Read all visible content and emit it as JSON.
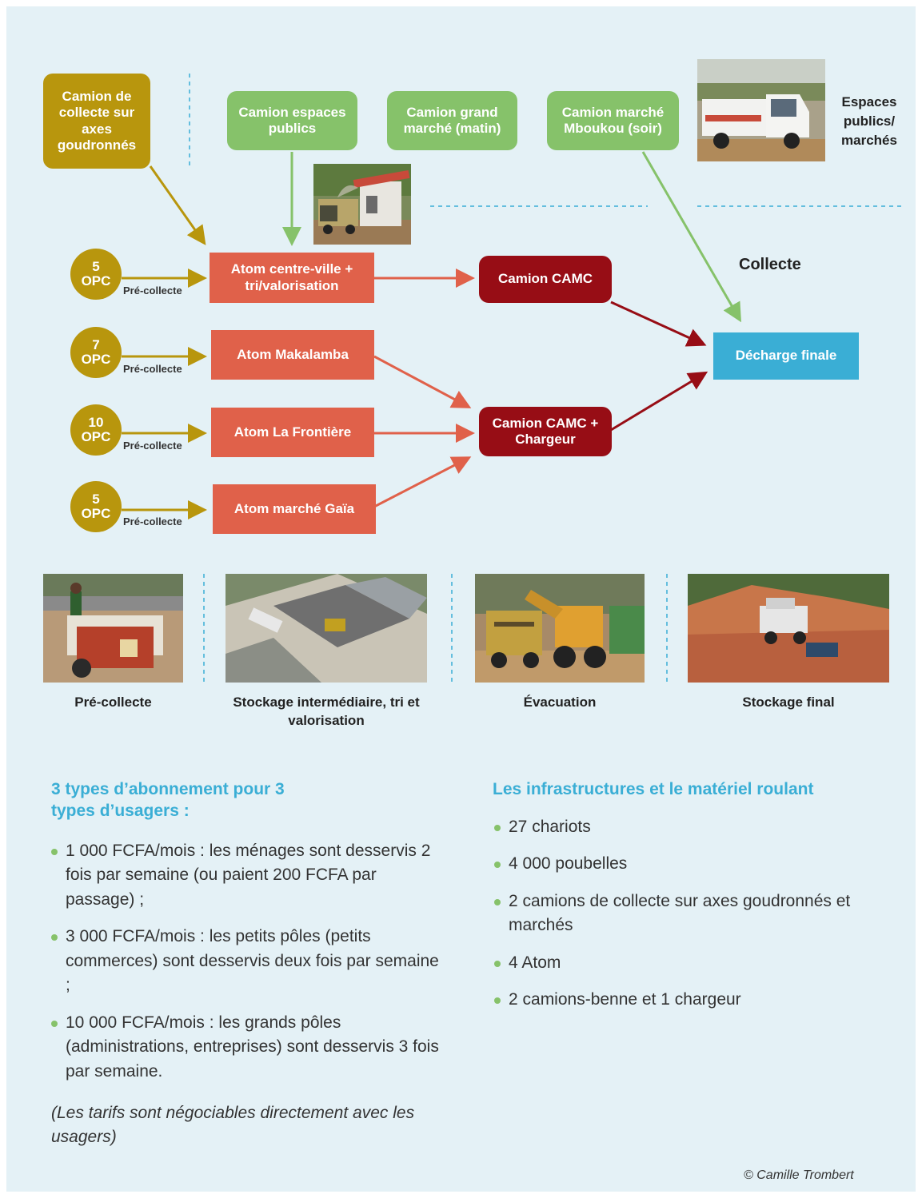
{
  "diagram": {
    "sources": {
      "axes": "Camion de collecte sur axes goudronnés",
      "espaces": "Camion espaces publics",
      "grand_marche": "Camion grand marché (matin)",
      "mboukou": "Camion marché Mboukou (soir)"
    },
    "espaces_label": "Espaces publics/ marchés",
    "collecte_label": "Collecte",
    "opc": [
      {
        "count": "5",
        "unit": "OPC"
      },
      {
        "count": "7",
        "unit": "OPC"
      },
      {
        "count": "10",
        "unit": "OPC"
      },
      {
        "count": "5",
        "unit": "OPC"
      }
    ],
    "precollecte_label": "Pré-collecte",
    "atoms": [
      "Atom centre-ville + tri/valorisation",
      "Atom Makalamba",
      "Atom La Frontière",
      "Atom marché Gaïa"
    ],
    "camion_camc": "Camion CAMC",
    "camion_camc_chargeur": "Camion CAMC + Chargeur",
    "decharge": "Décharge finale"
  },
  "stages": [
    "Pré-collecte",
    "Stockage intermédiaire, tri et valorisation",
    "Évacuation",
    "Stockage final"
  ],
  "subscriptions": {
    "heading": "3 types d’abonnement pour 3 types d’usagers :",
    "items": [
      "1 000 FCFA/mois : les ménages sont desservis 2 fois par semaine (ou paient 200 FCFA par passage) ;",
      "3 000 FCFA/mois : les petits pôles (petits commerces) sont desservis deux fois par semaine ;",
      "10 000 FCFA/mois : les grands pôles (administrations, entreprises) sont desservis 3 fois par semaine."
    ],
    "note": "(Les tarifs sont négociables directement avec les usagers)"
  },
  "infrastructure": {
    "heading": "Les infrastructures et le matériel roulant",
    "items": [
      "27 chariots",
      "4 000 poubelles",
      "2 camions de collecte sur axes goudronnés et marchés",
      "4 Atom",
      "2 camions-benne et 1 chargeur"
    ]
  },
  "credit": "© Camille Trombert",
  "colors": {
    "olive": "#b8960d",
    "green": "#86c26a",
    "salmon": "#e0614a",
    "maroon": "#970d15",
    "cyan": "#3aaed5",
    "background": "#e4f1f6"
  }
}
